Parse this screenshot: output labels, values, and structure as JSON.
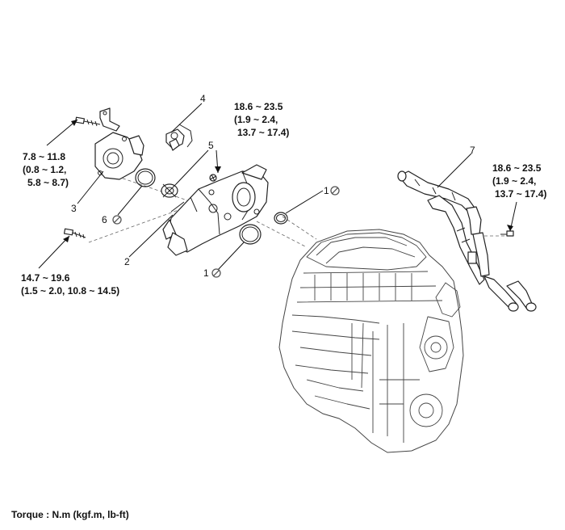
{
  "labels": {
    "p1a": "1",
    "p1b": "1",
    "p2": "2",
    "p3": "3",
    "p4": "4",
    "p5": "5",
    "p6": "6",
    "p7": "7"
  },
  "torque": {
    "t1": [
      "7.8 ~ 11.8",
      "(0.8 ~ 1.2,",
      "5.8 ~ 8.7)"
    ],
    "t2": [
      "18.6 ~ 23.5",
      "(1.9 ~ 2.4,",
      "13.7 ~ 17.4)"
    ],
    "t3": [
      "14.7 ~ 19.6",
      "(1.5 ~ 2.0, 10.8 ~ 14.5)"
    ],
    "t4": [
      "18.6 ~ 23.5",
      "(1.9 ~ 2.4,",
      "13.7 ~ 17.4)"
    ]
  },
  "footer": "Torque : N.m (kgf.m, lb-ft)",
  "icons": {
    "no_reuse": "circle-slash-icon"
  }
}
